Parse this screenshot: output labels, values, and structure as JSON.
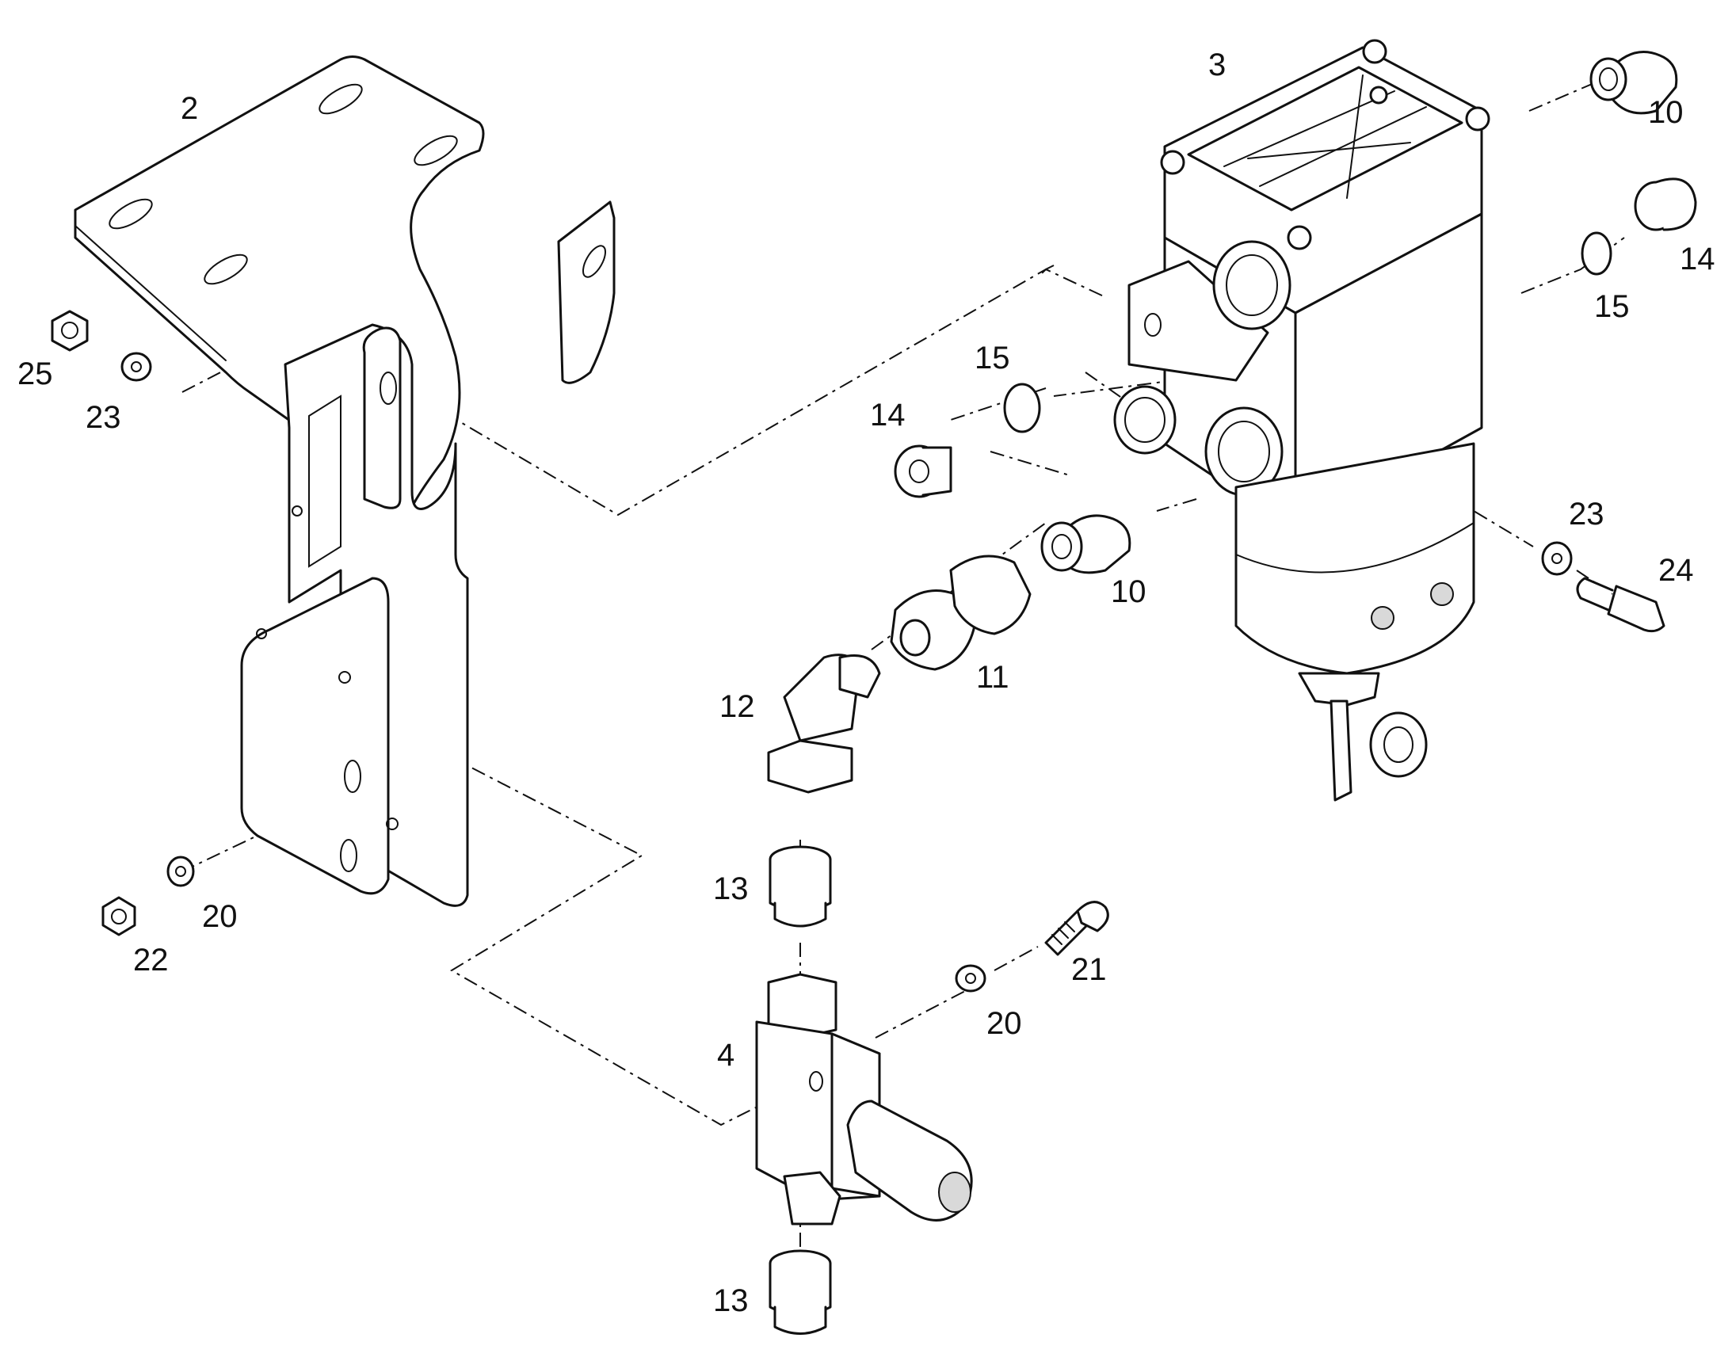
{
  "callouts": {
    "c2": "2",
    "c3": "3",
    "c4": "4",
    "c10a": "10",
    "c10b": "10",
    "c11": "11",
    "c12": "12",
    "c13a": "13",
    "c13b": "13",
    "c14a": "14",
    "c14b": "14",
    "c15a": "15",
    "c15b": "15",
    "c20a": "20",
    "c20b": "20",
    "c21": "21",
    "c22": "22",
    "c23a": "23",
    "c23b": "23",
    "c24": "24",
    "c25": "25"
  },
  "colors": {
    "line": "#111111",
    "background": "#ffffff",
    "shade": "#d9d9d9"
  }
}
